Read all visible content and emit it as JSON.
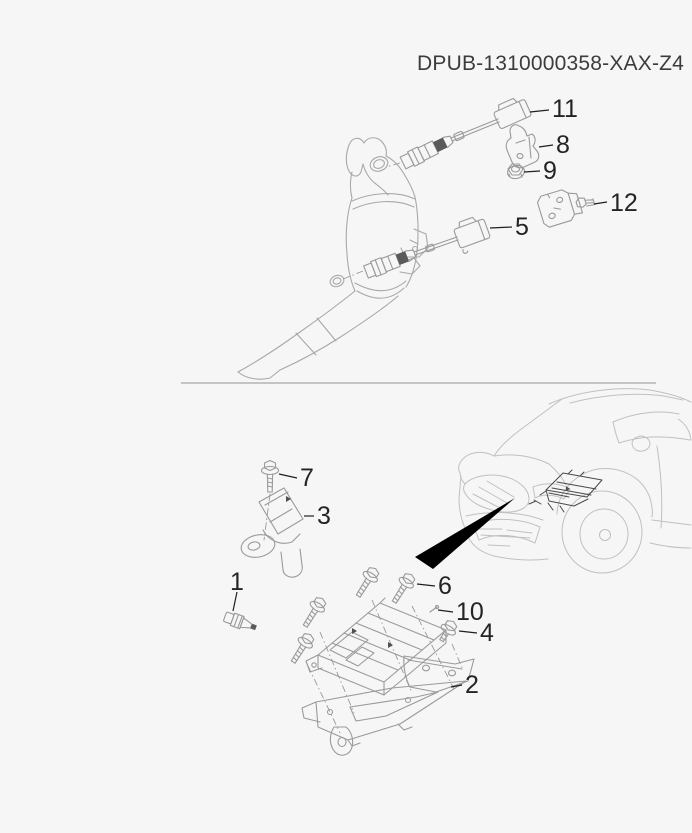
{
  "document": {
    "code": "DPUB-1310000358-XAX-Z4"
  },
  "callouts": {
    "c1": "1",
    "c2": "2",
    "c3": "3",
    "c4": "4",
    "c5": "5",
    "c6": "6",
    "c7": "7",
    "c8": "8",
    "c9": "9",
    "c10": "10",
    "c11": "11",
    "c12": "12"
  },
  "colors": {
    "background": "#f6f6f6",
    "part_line": "#a8a8a8",
    "vehicle_line": "#c0c0c0",
    "highlight_part_line": "#4a4a4a",
    "callout_text": "#242424",
    "leader_line": "#1f1f1f",
    "locator_arrow": "#000000",
    "divider": "#b3b3b3"
  }
}
